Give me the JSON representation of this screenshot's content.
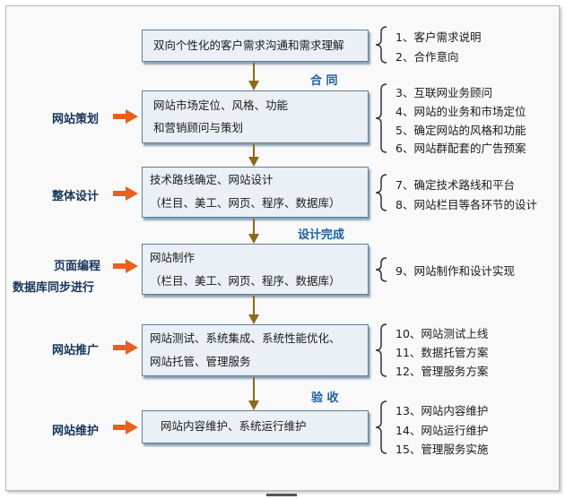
{
  "stages": [
    {
      "label": "",
      "box_lines": [
        "双向个性化的客户需求沟通和需求理解"
      ],
      "notes": [
        "1、客户需求说明",
        "2、合作意向"
      ]
    },
    {
      "label": "网站策划",
      "box_lines": [
        "网站市场定位、风格、功能",
        "和营销顾问与策划"
      ],
      "notes": [
        "3、互联网业务顾问",
        "4、网站的业务和市场定位",
        "5、确定网站的风格和功能",
        "6、网站群配套的广告预案"
      ]
    },
    {
      "label": "整体设计",
      "box_lines": [
        "技术路线确定、网站设计",
        "（栏目、美工、网页、程序、数据库）"
      ],
      "notes": [
        "7、确定技术路线和平台",
        "8、网站栏目等各环节的设计"
      ]
    },
    {
      "label_lines": [
        "页面编程",
        "数据库同步进行"
      ],
      "box_lines": [
        "网站制作",
        "（栏目、美工、网页、程序、数据库）"
      ],
      "notes": [
        "9、网站制作和设计实现"
      ]
    },
    {
      "label": "网站推广",
      "box_lines": [
        "网站测试、系统集成、系统性能优化、",
        "网站托管、管理服务"
      ],
      "notes": [
        "10、网站测试上线",
        "11、数据托管方案",
        "12、管理服务方案"
      ]
    },
    {
      "label": "网站维护",
      "box_lines": [
        "网站内容维护、系统运行维护"
      ],
      "notes": [
        "13、网站内容维护",
        "14、网站运行维护",
        "15、管理服务实施"
      ]
    }
  ],
  "milestones": [
    "合 同",
    "设计完成",
    "验 收"
  ],
  "colors": {
    "box_border": "#5f7f98",
    "box_fill": "#eaf0f5",
    "down_arrow": "#8a6a1c",
    "side_arrow": "#e8601c",
    "milestone_text": "#1f5fa0",
    "label_text": "#15355a"
  }
}
